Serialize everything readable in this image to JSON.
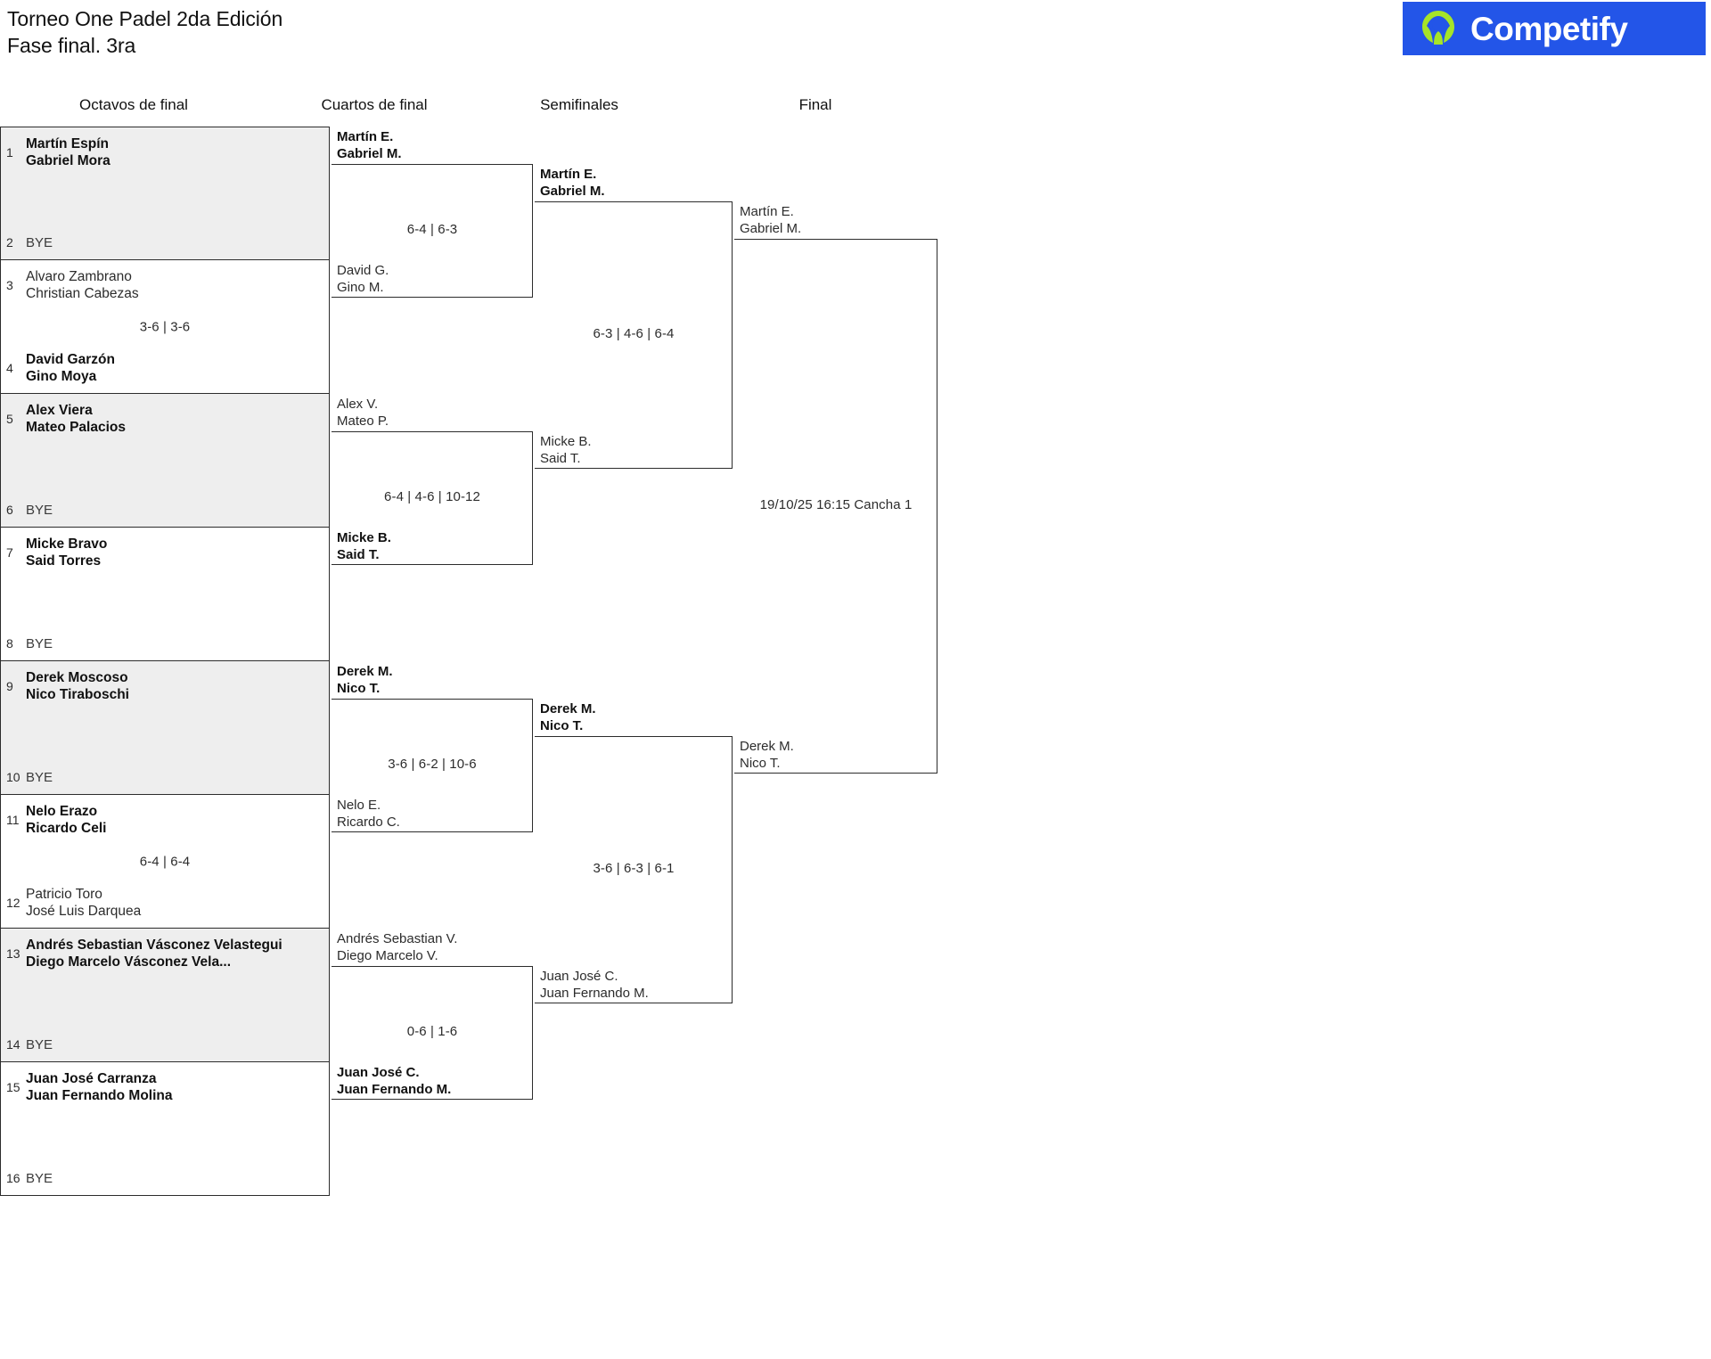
{
  "header": {
    "title_line1": "Torneo One Padel 2da Edición",
    "title_line2": "Fase final. 3ra",
    "brand": "Competify",
    "brand_bg": "#2355e8",
    "brand_mark_color": "#a6e428"
  },
  "rounds": [
    {
      "id": "r1",
      "label": "Octavos de final"
    },
    {
      "id": "r2",
      "label": "Cuartos de final"
    },
    {
      "id": "r3",
      "label": "Semifinales"
    },
    {
      "id": "r4",
      "label": "Final"
    }
  ],
  "round1": {
    "matches": [
      {
        "top": {
          "seed": "1",
          "p1": "Martín Espín",
          "p2": "Gabriel Mora",
          "winner": true,
          "bye": false
        },
        "bottom": {
          "seed": "2",
          "p1": "BYE",
          "p2": "",
          "winner": false,
          "bye": true
        },
        "score": "",
        "shaded": true
      },
      {
        "top": {
          "seed": "3",
          "p1": "Alvaro Zambrano",
          "p2": "Christian Cabezas",
          "winner": false,
          "bye": false
        },
        "bottom": {
          "seed": "4",
          "p1": "David Garzón",
          "p2": "Gino Moya",
          "winner": true,
          "bye": false
        },
        "score": "3-6 | 3-6",
        "shaded": false
      },
      {
        "top": {
          "seed": "5",
          "p1": "Alex Viera",
          "p2": "Mateo Palacios",
          "winner": true,
          "bye": false
        },
        "bottom": {
          "seed": "6",
          "p1": "BYE",
          "p2": "",
          "winner": false,
          "bye": true
        },
        "score": "",
        "shaded": true
      },
      {
        "top": {
          "seed": "7",
          "p1": "Micke Bravo",
          "p2": "Said Torres",
          "winner": true,
          "bye": false
        },
        "bottom": {
          "seed": "8",
          "p1": "BYE",
          "p2": "",
          "winner": false,
          "bye": true
        },
        "score": "",
        "shaded": false
      },
      {
        "top": {
          "seed": "9",
          "p1": "Derek Moscoso",
          "p2": "Nico Tiraboschi",
          "winner": true,
          "bye": false
        },
        "bottom": {
          "seed": "10",
          "p1": "BYE",
          "p2": "",
          "winner": false,
          "bye": true
        },
        "score": "",
        "shaded": true
      },
      {
        "top": {
          "seed": "11",
          "p1": "Nelo Erazo",
          "p2": "Ricardo Celi",
          "winner": true,
          "bye": false
        },
        "bottom": {
          "seed": "12",
          "p1": "Patricio Toro",
          "p2": "José Luis Darquea",
          "winner": false,
          "bye": false
        },
        "score": "6-4 | 6-4",
        "shaded": false
      },
      {
        "top": {
          "seed": "13",
          "p1": "Andrés Sebastian Vásconez Velastegui",
          "p2": "Diego Marcelo Vásconez Vela...",
          "winner": true,
          "bye": false
        },
        "bottom": {
          "seed": "14",
          "p1": "BYE",
          "p2": "",
          "winner": false,
          "bye": true
        },
        "score": "",
        "shaded": true
      },
      {
        "top": {
          "seed": "15",
          "p1": "Juan José Carranza",
          "p2": "Juan Fernando Molina",
          "winner": true,
          "bye": false
        },
        "bottom": {
          "seed": "16",
          "p1": "BYE",
          "p2": "",
          "winner": false,
          "bye": true
        },
        "score": "",
        "shaded": false
      }
    ]
  },
  "round2": {
    "matches": [
      {
        "top": {
          "p1": "Martín E.",
          "p2": "Gabriel M.",
          "winner": true
        },
        "bottom": {
          "p1": "David G.",
          "p2": "Gino M.",
          "winner": false
        },
        "score": "6-4 | 6-3"
      },
      {
        "top": {
          "p1": "Alex V.",
          "p2": "Mateo P.",
          "winner": false
        },
        "bottom": {
          "p1": "Micke B.",
          "p2": "Said T.",
          "winner": true
        },
        "score": "6-4 | 4-6 | 10-12"
      },
      {
        "top": {
          "p1": "Derek M.",
          "p2": "Nico T.",
          "winner": true
        },
        "bottom": {
          "p1": "Nelo E.",
          "p2": "Ricardo C.",
          "winner": false
        },
        "score": "3-6 | 6-2 | 10-6"
      },
      {
        "top": {
          "p1": "Andrés Sebastian V.",
          "p2": "Diego Marcelo V.",
          "winner": false
        },
        "bottom": {
          "p1": "Juan José C.",
          "p2": "Juan Fernando M.",
          "winner": true
        },
        "score": "0-6 | 1-6"
      }
    ]
  },
  "round3": {
    "matches": [
      {
        "top": {
          "p1": "Martín E.",
          "p2": "Gabriel M.",
          "winner": true
        },
        "bottom": {
          "p1": "Micke B.",
          "p2": "Said T.",
          "winner": false
        },
        "score": "6-3 | 4-6 | 6-4"
      },
      {
        "top": {
          "p1": "Derek M.",
          "p2": "Nico T.",
          "winner": true
        },
        "bottom": {
          "p1": "Juan José C.",
          "p2": "Juan Fernando M.",
          "winner": false
        },
        "score": "3-6 | 6-3 | 6-1"
      }
    ]
  },
  "round4": {
    "matches": [
      {
        "top": {
          "p1": "Martín E.",
          "p2": "Gabriel M.",
          "winner": false
        },
        "bottom": {
          "p1": "Derek M.",
          "p2": "Nico T.",
          "winner": false
        },
        "score": "19/10/25 16:15 Cancha 1"
      }
    ]
  }
}
